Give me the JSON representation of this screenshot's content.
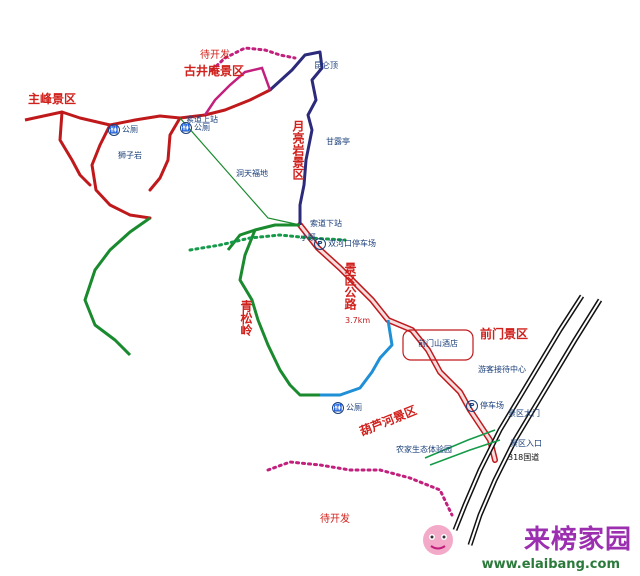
{
  "regions": {
    "zhufeng": "主峰景区",
    "gujingan": "古井庵景区",
    "yueliangyan": "月亮岩景区",
    "hulugou": "葫芦河景区",
    "qianmen": "前门景区"
  },
  "undeveloped_top": "待开发",
  "undeveloped_bottom": "待开发",
  "roads": {
    "scenic_road": "景区公路",
    "distance": "3.7km",
    "national_318": "318国道",
    "qingsong_ling": "青松岭"
  },
  "parking": {
    "shuanghekou": "双河口停车场",
    "park_lot": "停车场",
    "gongce1": "公厕",
    "gongce2": "公厕",
    "gongce3": "公厕"
  },
  "places": {
    "gate_entrance": "景区入口",
    "new_gate": "景区大门",
    "visitor_center": "游客接待中心",
    "inn": "前门山酒店",
    "nongjia": "农家生态体验园",
    "xiaoti": "小蹊",
    "cable_upper": "索道上站",
    "cable_lower": "索道下站",
    "tianwang": "洞天福地",
    "shizi": "狮子岩",
    "kunlun": "昆仑顶",
    "ganlu": "甘露亭"
  },
  "brand": {
    "name": "来榜家园",
    "url": "www.elaibang.com"
  },
  "colors": {
    "red_route": "#c0191c",
    "green_route": "#1a8a2e",
    "navy_route": "#2c2a7a",
    "blue_route": "#1f8fd6",
    "pink_dotted": "#c2207d",
    "green_dotted": "#159a4a",
    "road_fill": "#f1c4c4",
    "highway": "#111111"
  }
}
